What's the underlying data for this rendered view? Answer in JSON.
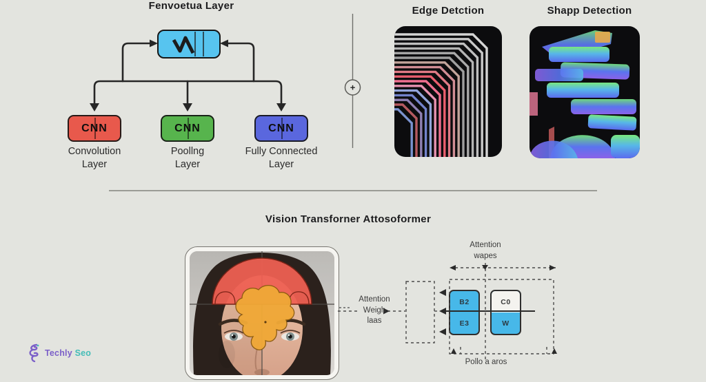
{
  "page": {
    "bg": "#e3e4df"
  },
  "cnn_flow": {
    "title": "Fenvoetua Layer",
    "feature_box": {
      "color": "#57c4ef"
    },
    "nodes": [
      {
        "label": "CNN",
        "caption": [
          "Convolution",
          "Layer"
        ],
        "color": "#e8594c"
      },
      {
        "label": "CNN",
        "caption": [
          "Poollng",
          "Layer"
        ],
        "color": "#57b44d"
      },
      {
        "label": "CNN",
        "caption": [
          "Fully Connected",
          "Layer"
        ],
        "color": "#5a67de"
      }
    ]
  },
  "detection_panels": [
    {
      "title": "Edge Detction"
    },
    {
      "title": "Shapp Detection"
    }
  ],
  "edge_panel": {
    "stripe_colors": [
      "#d4d4d4",
      "#c9c9c9",
      "#bfbfbf",
      "#b4b4b4",
      "#aaaaaa",
      "#9f9f9f",
      "#c2a49b",
      "#d18e95",
      "#e07a85",
      "#ea5e6e",
      "#ef6f8f",
      "#e792b1",
      "#93a5db",
      "#7383cb",
      "#8f80b3",
      "#b55a60",
      "#7a92cf"
    ]
  },
  "shape_panel": {
    "palette": {
      "top": "#6fe07d",
      "front": "#5a74ee",
      "side": "#8a62e8",
      "accent_orange": "#e8a84a",
      "accent_pink": "#e87a9a"
    }
  },
  "vit": {
    "title": "Vision Transforner Attosoformer",
    "weights_label": [
      "Attention",
      "Weigh",
      "laas"
    ],
    "values_label": [
      "Attention",
      "wapes"
    ],
    "bottom_label": "Pollo a aros",
    "cells": [
      [
        "B2",
        "C0"
      ],
      [
        "E3",
        "W"
      ]
    ],
    "cell_color": "#47b8e9"
  },
  "watermark": {
    "brand_a": "Techly",
    "brand_b": "Seo"
  },
  "icons": {
    "plus": "+"
  }
}
